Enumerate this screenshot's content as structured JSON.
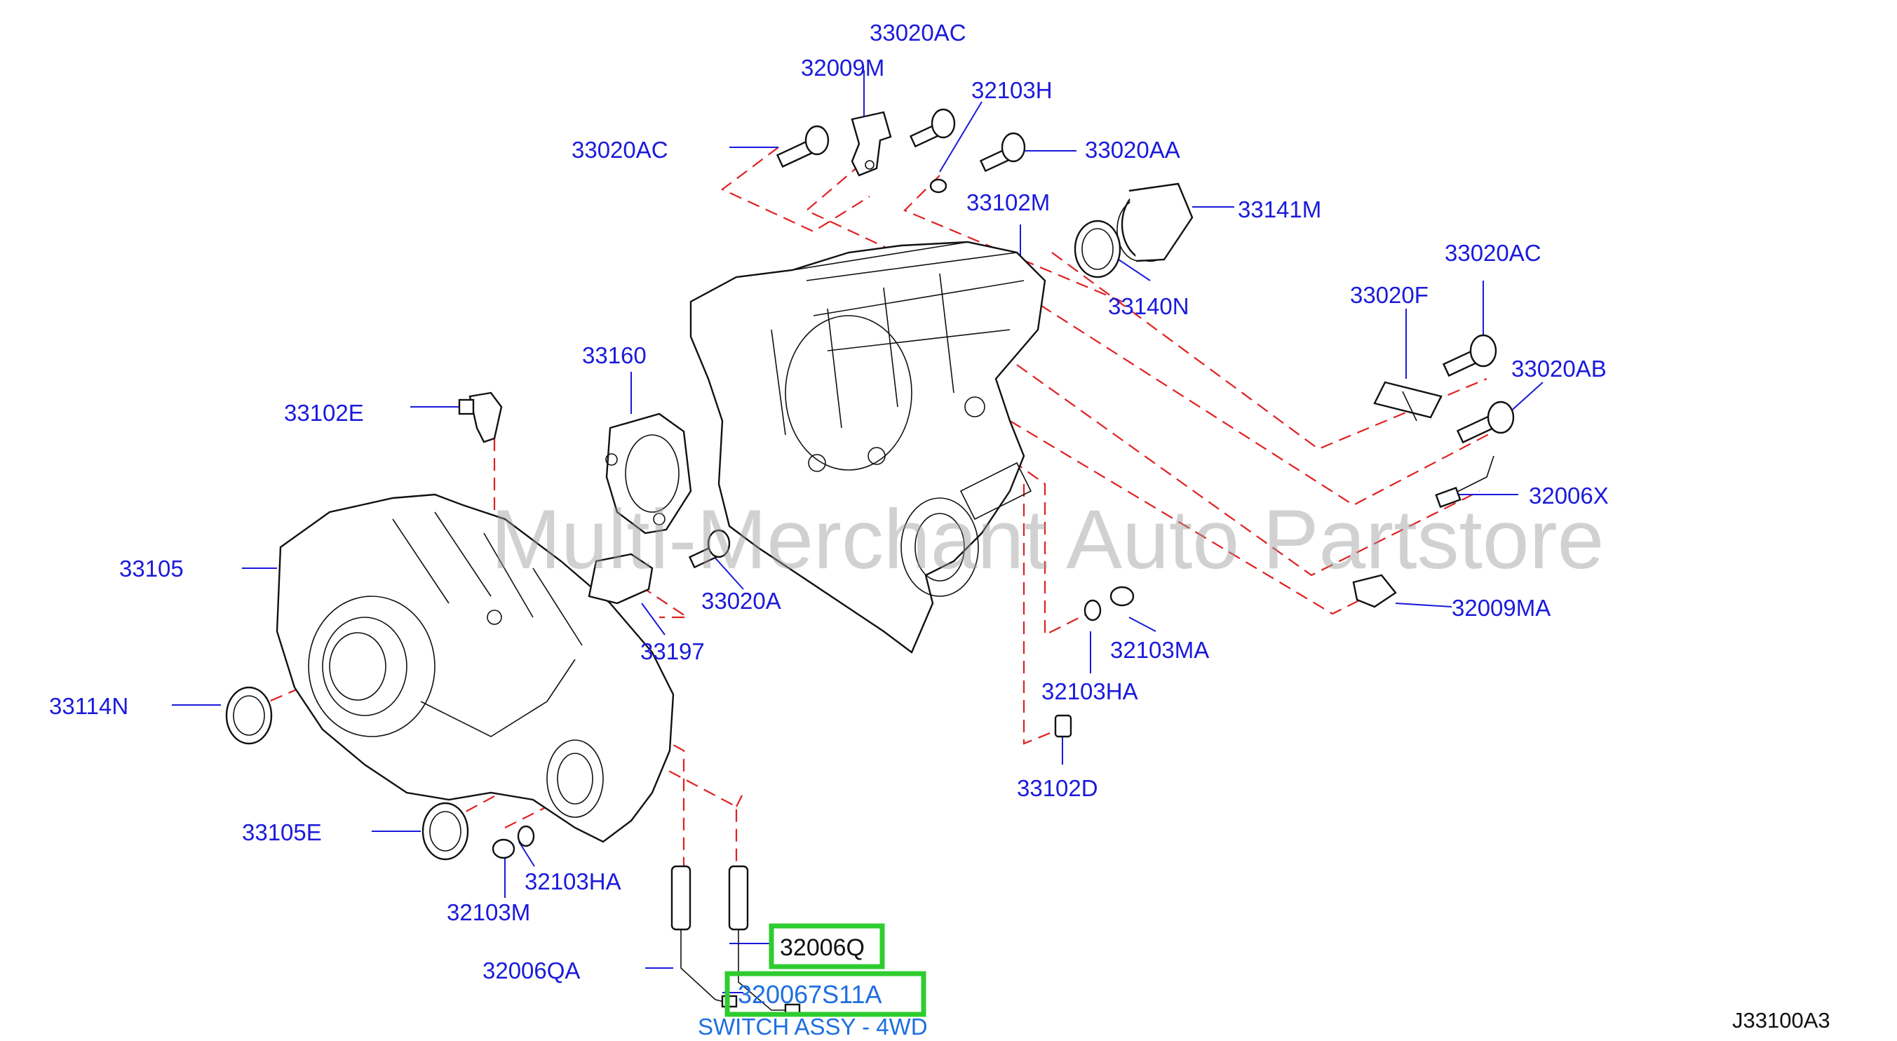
{
  "watermark": "Multi-Merchant Auto Partstore",
  "drawing_code": "J33100A3",
  "switch_caption": "SWITCH ASSY - 4WD",
  "highlighted": [
    "32006Q",
    "320067S11A"
  ],
  "labels": {
    "p1": "33020AC",
    "p2": "32009M",
    "p3": "32103H",
    "p4": "33020AC",
    "p5": "33020AA",
    "p6": "33102M",
    "p7": "33141M",
    "p8": "33140N",
    "p9": "33020AC",
    "p10": "33020F",
    "p11": "33020AB",
    "p12": "33160",
    "p13": "33102E",
    "p14": "32006X",
    "p15": "33105",
    "p16": "33020A",
    "p17": "32009MA",
    "p18": "33197",
    "p19": "32103MA",
    "p20": "32103HA",
    "p21": "33114N",
    "p22": "33102D",
    "p23": "33105E",
    "p24": "32103HA",
    "p25": "32103M",
    "p26": "32006Q",
    "p27": "32006QA",
    "p28": "320067S11A"
  },
  "colors": {
    "label": "#1a1adb",
    "caption": "#1e6fe0",
    "dashed_lines": "#e02020",
    "highlight": "#2ecc2e"
  }
}
